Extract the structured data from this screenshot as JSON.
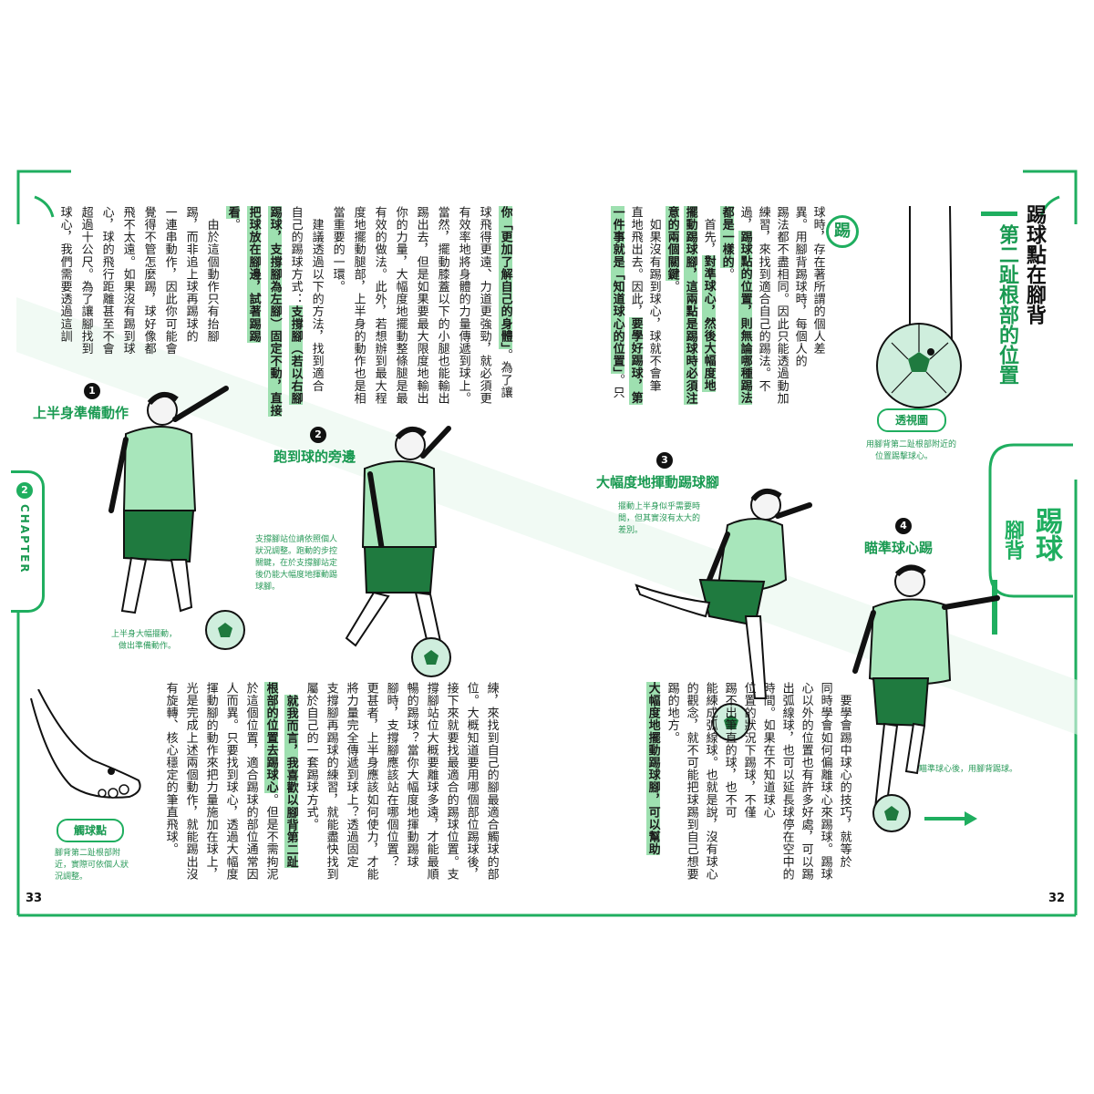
{
  "chapter_label": "CHAPTER",
  "chapter_number": "2",
  "right_page": {
    "title_line1": "踢球點在腳背",
    "title_line2": "第二趾根部的位置",
    "section_label_big": "踢球",
    "section_label_small": "腳背",
    "drop_cap": "踢",
    "upper_paragraphs": [
      "球時，存在著所謂的個人差",
      "異。用腳背踢球時，每個人的",
      "踢法都不盡相同。因此只能透過動加",
      "練習，來找到適合自己的踢法。不",
      "過，[[踢球點的位置，則無論哪種踢法]]",
      "[[都是一樣的]]。",
      "　首先，[[對準球心，然後大幅度地]]",
      "[[擺動踢球腳，這兩點是踢球時必須注]]",
      "[[意的兩個關鍵]]。",
      "　如果沒有踢到球心，球就不會筆",
      "直地飛出去。因此，[[要學好踢球，第]]",
      "[[一件事就是「知道球心的位置」]]。只"
    ],
    "lower_paragraphs": [
      "　要學會踢中球心的技巧，就等於",
      "同時學會如何偏離球心來踢球。踢球",
      "心以外的位置也有許多好處，可以踢",
      "出弧線球，也可以延長球停在空中的",
      "時間。如果在不知道球心",
      "位置的狀況下踢球，不僅",
      "踢不出筆直的球，也不可",
      "能練成弧線球。也就是說，沒有球心",
      "的觀念，就不可能把球踢到自己想要",
      "踢的地方。",
      "[[大幅度地擺動踢球腳，可以幫助]]"
    ],
    "xray_label": "透視圖",
    "xray_note_1": "用腳背第二趾根部附近的",
    "xray_note_2": "位置踢擊球心。",
    "step3_label": "大幅度地揮動踢球腳",
    "step3_note_1": "擺動上半身似乎需要時",
    "step3_note_2": "間，但其實沒有太大的",
    "step3_note_3": "差別。",
    "step4_label": "瞄準球心踢",
    "step4_note": "瞄準球心後，用腳背踢球。",
    "page_number": "32"
  },
  "left_page": {
    "upper_paragraphs": [
      "[[你「更加了解自己的身體」]]。為了讓",
      "球飛得更遠、力道更強勁，就必須更",
      "有效率地將身體的力量傳遞到球上。",
      "當然，擺動膝蓋以下的小腿也能輸出",
      "踢出去，但是如果要最大限度地輸出",
      "你的力量，大幅度地擺動整條腿是最",
      "有效的做法。此外，若想辦到最大程",
      "度地擺動腿部，上半身的動作也是相",
      "當重要的一環。",
      "　建議透過以下的方法，找到適合",
      "自己的踢球方式：[[支撐腳（若以右腳]]",
      "[[踢球，支撐腳為左腳）固定不動，直接]]",
      "[[把球放在腳邊，試著踢踢]]",
      "[[看]]。",
      "　由於這個動作只有抬腳",
      "踢，而非追上球再踢球的",
      "一連串動作，因此你可能會",
      "覺得不管怎麼踢，球好像都",
      "飛不太遠。如果沒有踢到球",
      "心，球的飛行距離甚至不會",
      "超過十公尺。為了讓腳找到",
      "球心，我們需要透過這訓"
    ],
    "lower_paragraphs": [
      "練，來找到自己的腳最適合觸球的部",
      "位。大概知道要用哪個部位踢球後，",
      "接下來就要找最適合的踢球位置。支",
      "撐腳站位大概要離球多遠，才能最順",
      "暢的踢球？當你大幅度地揮動踢球",
      "腳時，支撐腳應該站在哪個位置？",
      "更甚者，上半身應該如何使力，才能",
      "將力量完全傳遞到球上？透過固定",
      "支撐腳再踢球的練習，就能盡快找到",
      "屬於自己的一套踢球方式。",
      "　[[就我而言，我喜歡以腳背第二趾]]",
      "[[根部的位置去踢球心]]。但是不需拘泥",
      "於這個位置，適合踢球的部位通常因",
      "人而異。只要找到球心，透過大幅度",
      "揮動腳的動作來把力量施加在球上，",
      "光是完成上述兩個動作，就能踢出沒",
      "有旋轉、核心穩定的筆直飛球。"
    ],
    "step1_label": "上半身準備動作",
    "step1_note_1": "上半身大幅擺動，",
    "step1_note_2": "做出準備動作。",
    "step2_label": "跑到球的旁邊",
    "step2_note_1": "支撐腳站位請依照個人",
    "step2_note_2": "狀況調整。跑動的步控",
    "step2_note_3": "關鍵，在於支撐腳站定",
    "step2_note_4": "後仍能大幅度地揮動踢",
    "step2_note_5": "球腳。",
    "contact_label": "觸球點",
    "contact_note_1": "腳背第二趾根部附",
    "contact_note_2": "近，實際可依個人狀",
    "contact_note_3": "況調整。",
    "page_number": "33"
  },
  "step_numbers": [
    "1",
    "2",
    "3",
    "4"
  ],
  "colors": {
    "green": "#1fae5f",
    "highlight": "#9ee0b0",
    "shirt": "#a8e6bb",
    "shorts": "#1f7a3f"
  }
}
